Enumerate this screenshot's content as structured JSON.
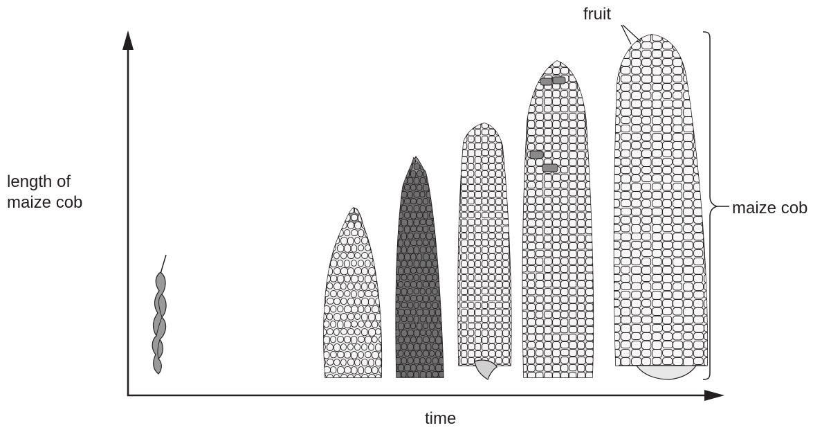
{
  "axes": {
    "y_label_line1": "length of",
    "y_label_line2": "maize cob",
    "x_label": "time"
  },
  "annotations": {
    "fruit": "fruit",
    "maize_cob": "maize cob"
  },
  "colors": {
    "ink": "#231f20",
    "kernel_light": "#f3f3f3",
    "kernel_mid": "#bdbdbd",
    "kernel_dark": "#6d6d6d",
    "husk": "#9a9a9a"
  },
  "cob_count": 6
}
